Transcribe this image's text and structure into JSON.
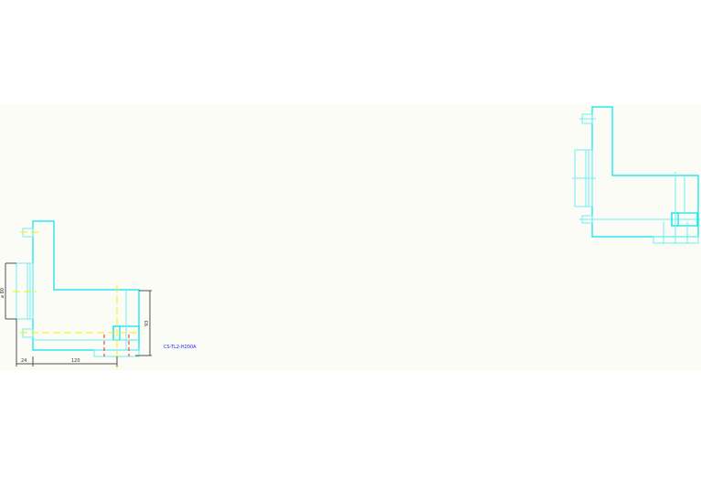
{
  "drawing": {
    "part_label": "CS-TL2-H200A",
    "dimensions": {
      "diameter": "⌀ 80",
      "height": "93",
      "offset": "24",
      "length": "120"
    },
    "colors": {
      "background_band": "#fbfcf6",
      "outline": "#00e5ee",
      "centerline": "#f2f200",
      "hidden": "#ff2020",
      "dimension": "#505050",
      "label": "#2020ff"
    }
  }
}
